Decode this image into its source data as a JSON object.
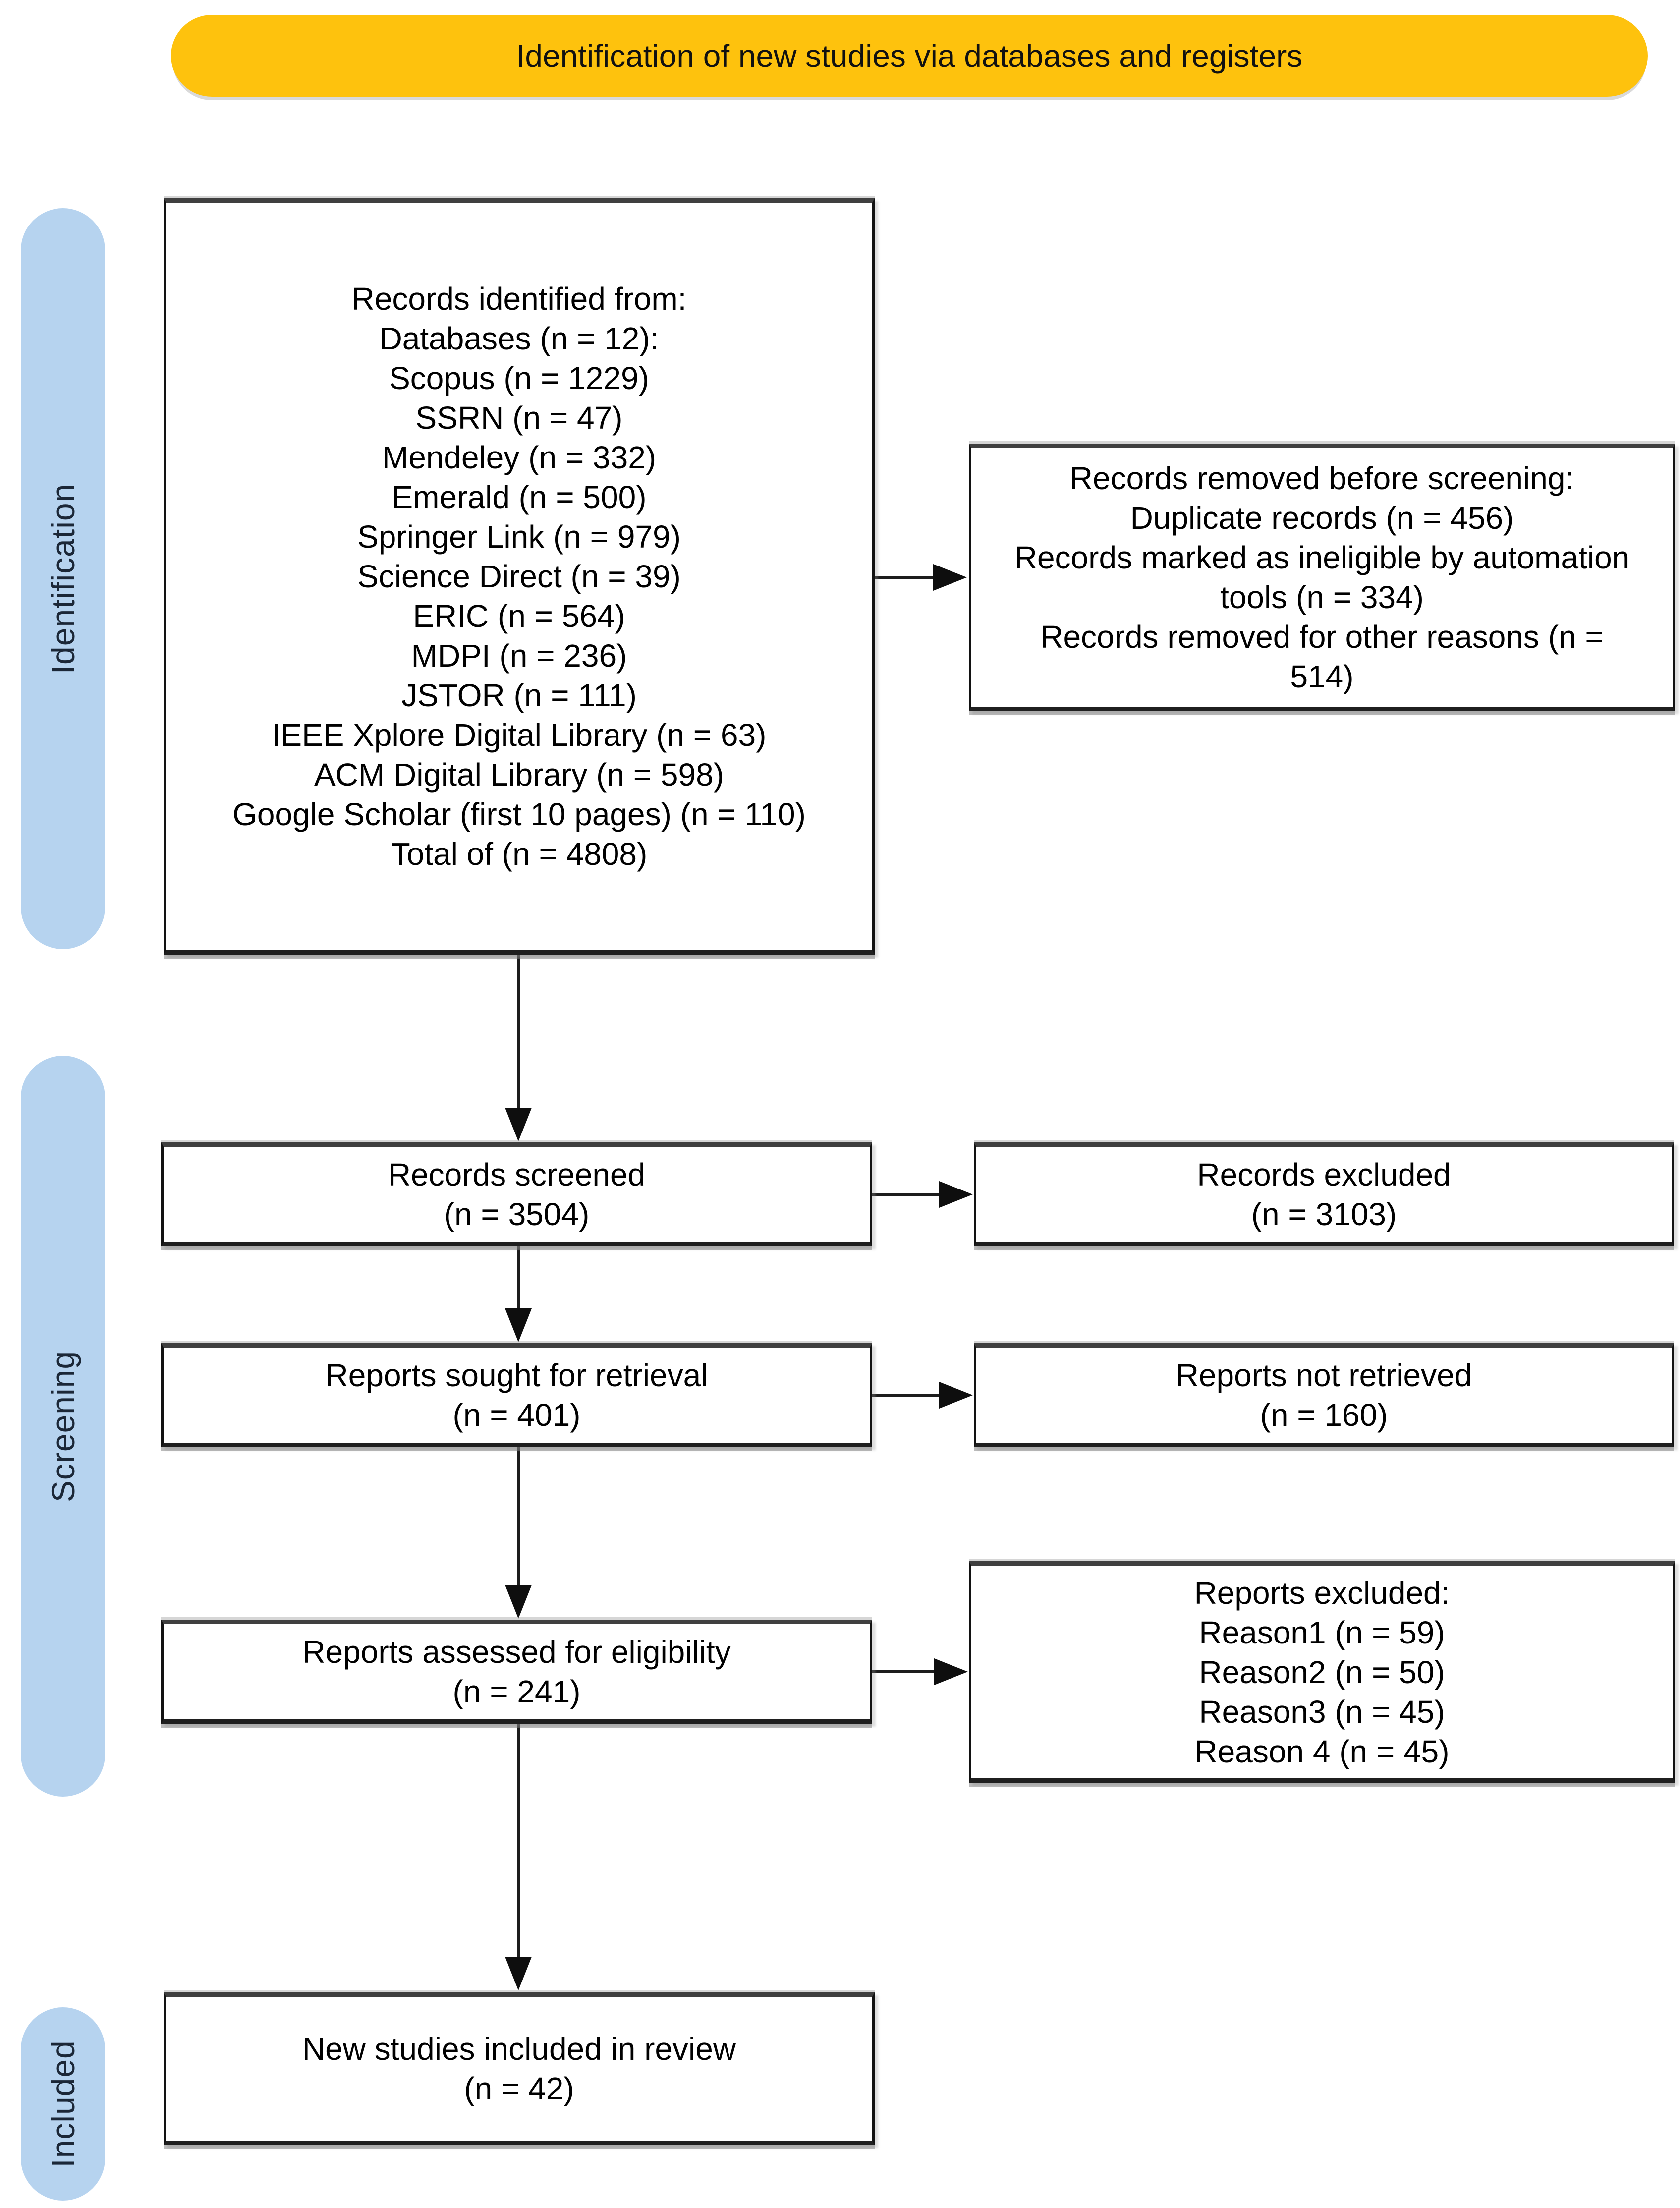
{
  "banner": {
    "label": "Identification of new studies via databases and registers",
    "bg_color": "#FEC20D"
  },
  "sidebar": {
    "bg_color": "#B6D3EF",
    "items": [
      {
        "label": "Identification"
      },
      {
        "label": "Screening"
      },
      {
        "label": "Included"
      }
    ]
  },
  "boxes": {
    "identified": {
      "lines": [
        "Records identified from:",
        "Databases (n = 12):",
        "Scopus (n = 1229)",
        "SSRN (n = 47)",
        "Mendeley (n = 332)",
        "Emerald (n = 500)",
        "Springer Link (n = 979)",
        "Science Direct (n = 39)",
        "ERIC (n = 564)",
        "MDPI (n = 236)",
        "JSTOR (n = 111)",
        "IEEE Xplore Digital Library (n = 63)",
        "ACM Digital Library (n = 598)",
        "Google Scholar (first 10 pages) (n = 110)",
        "Total of (n = 4808)"
      ]
    },
    "removed": {
      "lines": [
        "Records removed before screening:",
        "Duplicate records (n = 456)",
        "Records marked as ineligible by automation",
        "tools (n = 334)",
        "Records removed for other reasons (n =",
        "514)"
      ]
    },
    "screened": {
      "lines": [
        "Records screened",
        "(n = 3504)"
      ]
    },
    "excluded": {
      "lines": [
        "Records excluded",
        "(n = 3103)"
      ]
    },
    "sought": {
      "lines": [
        "Reports sought for retrieval",
        "(n = 401)"
      ]
    },
    "not_retrieved": {
      "lines": [
        "Reports not retrieved",
        "(n = 160)"
      ]
    },
    "assessed": {
      "lines": [
        "Reports assessed for eligibility",
        "(n = 241)"
      ]
    },
    "reports_excluded": {
      "lines": [
        "Reports excluded:",
        "Reason1 (n = 59)",
        "Reason2 (n = 50)",
        "Reason3 (n = 45)",
        "Reason 4 (n = 45)"
      ]
    },
    "included": {
      "lines": [
        "New studies included in review",
        "(n = 42)"
      ]
    }
  }
}
